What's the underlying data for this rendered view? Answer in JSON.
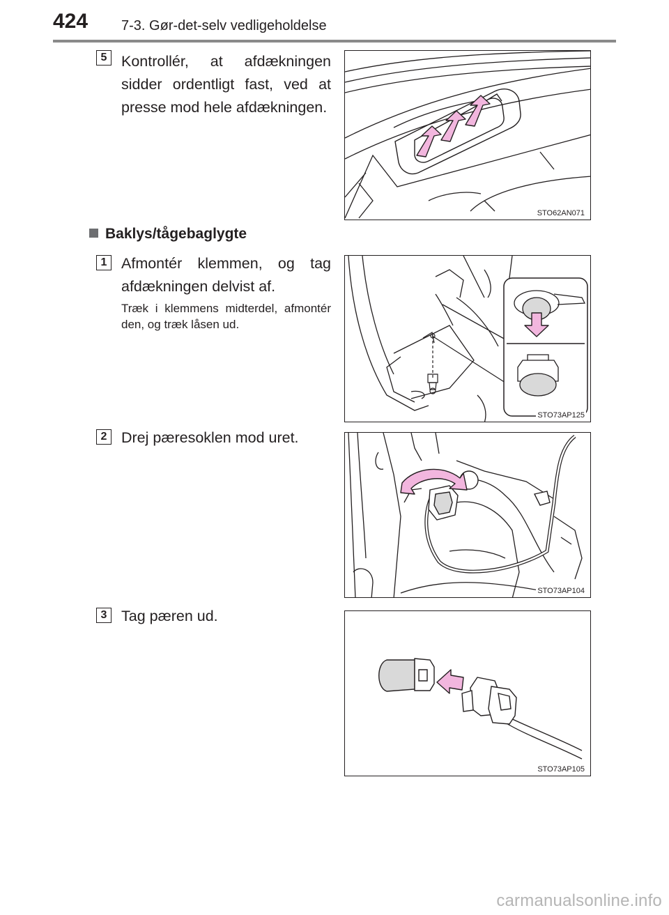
{
  "header": {
    "page_number": "424",
    "section_title": "7-3. Gør-det-selv vedligeholdelse"
  },
  "steps_top": [
    {
      "number": "5",
      "text": "Kontrollér, at afdækningen sidder ordentligt fast, ved at presse mod hele afdækningen.",
      "figure_code": "STO62AN071"
    }
  ],
  "subsection": {
    "title": "Baklys/tågebaglygte",
    "steps": [
      {
        "number": "1",
        "text": "Afmontér klemmen, og tag afdækningen delvist af.",
        "note": "Træk i klemmens midterdel, afmontér den, og træk låsen ud.",
        "figure_code": "STO73AP125"
      },
      {
        "number": "2",
        "text": "Drej pæresoklen mod uret.",
        "figure_code": "STO73AP104"
      },
      {
        "number": "3",
        "text": "Tag pæren ud.",
        "figure_code": "STO73AP105"
      }
    ]
  },
  "watermark": "carmanualsonline.info",
  "colors": {
    "arrow_fill": "#f2b6de",
    "line": "#231f20",
    "header_rule": "#8a8a8a"
  }
}
